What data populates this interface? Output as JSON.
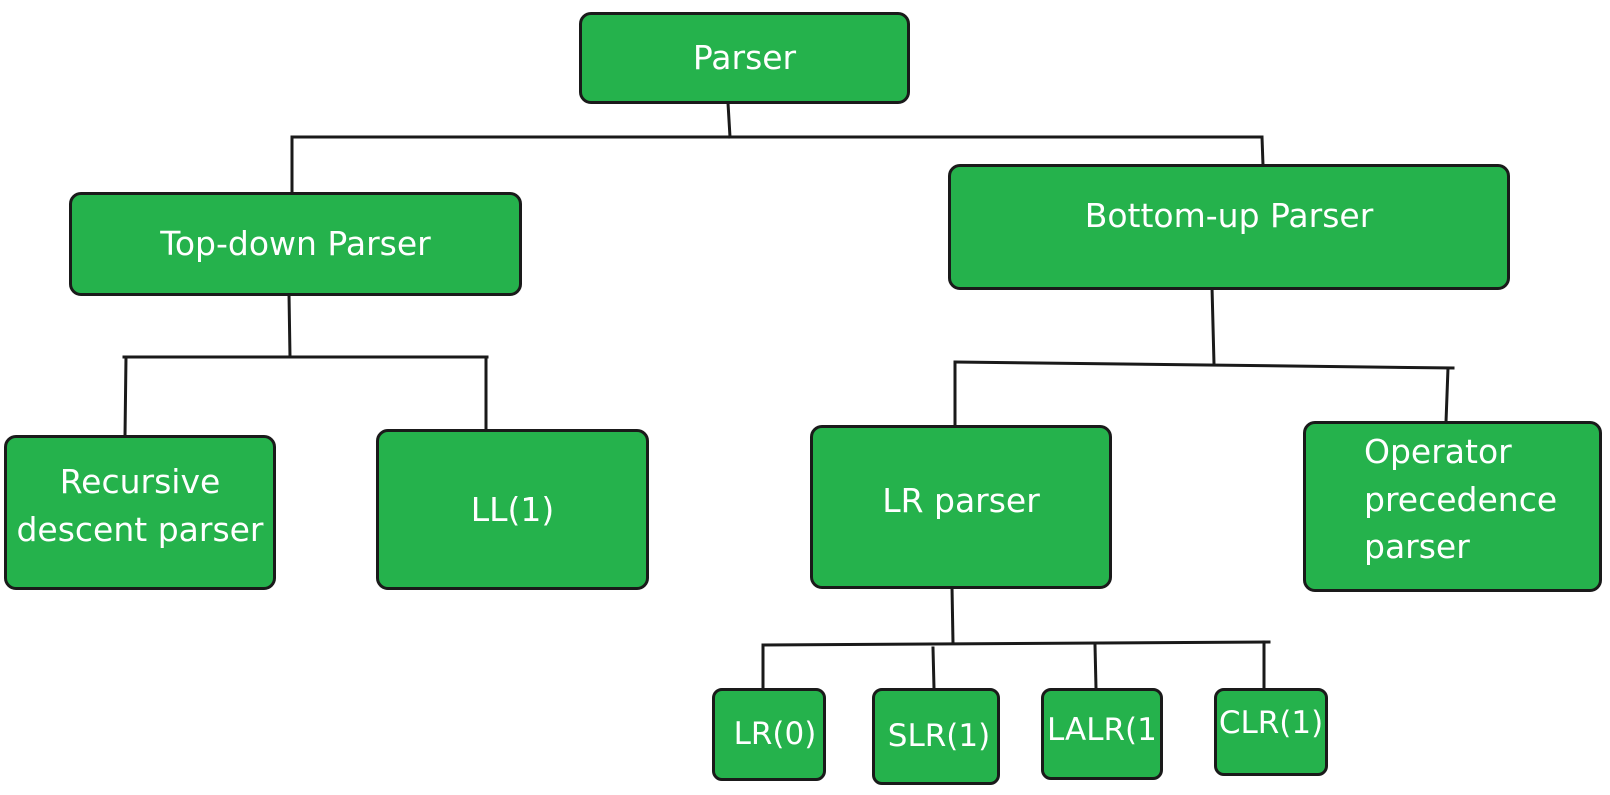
{
  "diagram": {
    "fill_color": "#25b24c",
    "border_color": "#1a1a1a",
    "text_color": "#ffffff",
    "nodes": {
      "parser": "Parser",
      "top_down": "Top-down Parser",
      "bottom_up": "Bottom-up Parser",
      "recursive_descent": "Recursive\ndescent parser",
      "ll1": "LL(1)",
      "lr_parser": "LR parser",
      "operator_precedence": "Operator\nprecedence\nparser",
      "lr0": "LR(0)",
      "slr1": "SLR(1)",
      "lalr1": "LALR(1",
      "clr1": "CLR(1)"
    }
  }
}
